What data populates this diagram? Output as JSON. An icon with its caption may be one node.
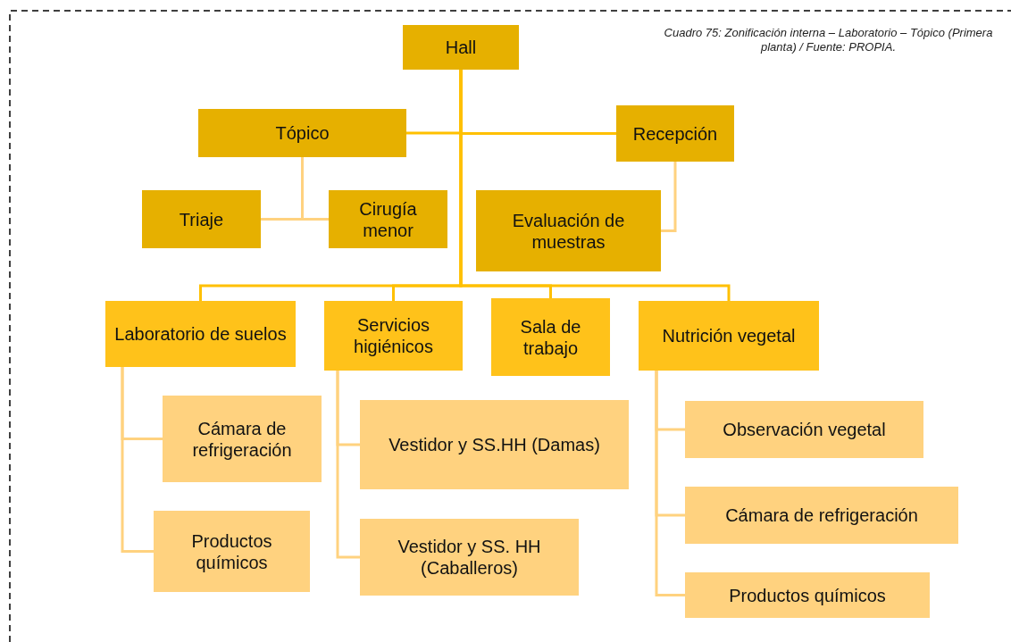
{
  "diagram": {
    "caption": "Cuadro 75: Zonificación interna – Laboratorio – Tópico (Primera planta) / Fuente: PROPIA.",
    "nodes": [
      {
        "text": [
          "Hall"
        ]
      },
      {
        "text": [
          "Tópico"
        ]
      },
      {
        "text": [
          "Recepción"
        ]
      },
      {
        "text": [
          "Triaje"
        ]
      },
      {
        "text": [
          "Cirugía menor"
        ]
      },
      {
        "text": [
          "Evaluación de muestras"
        ]
      },
      {
        "text": [
          "Laboratorio de suelos"
        ]
      },
      {
        "text": [
          "Servicios higiénicos"
        ]
      },
      {
        "text": [
          "Sala de trabajo"
        ]
      },
      {
        "text": [
          "Nutrición vegetal"
        ]
      },
      {
        "text": [
          "Cámara de refrigeración"
        ]
      },
      {
        "text": [
          "Productos químicos"
        ]
      },
      {
        "text": [
          "Vestidor y SS.HH (Damas)"
        ]
      },
      {
        "text": [
          "Vestidor y SS. HH (Caballeros)"
        ]
      },
      {
        "text": [
          "Observación vegetal"
        ]
      },
      {
        "text": [
          "Cámara de refrigeración"
        ]
      },
      {
        "text": [
          "Productos químicos"
        ]
      }
    ],
    "edges": [
      {
        "from": 0,
        "to": 1,
        "arrow": "none",
        "color": "#ffc000"
      },
      {
        "from": 0,
        "to": 2,
        "arrow": "none",
        "color": "#ffc000"
      },
      {
        "from": 1,
        "to": 3,
        "arrow": "none"
      },
      {
        "from": 1,
        "to": 4,
        "arrow": "none"
      },
      {
        "from": 2,
        "to": 5,
        "arrow": "none"
      },
      {
        "from": 0,
        "to": 6,
        "arrow": "none",
        "color": "#ffc000"
      },
      {
        "from": 0,
        "to": 7,
        "arrow": "none",
        "color": "#ffc000"
      },
      {
        "from": 0,
        "to": 8,
        "arrow": "none",
        "color": "#ffc000"
      },
      {
        "from": 0,
        "to": 9,
        "arrow": "none",
        "color": "#ffc000"
      },
      {
        "from": 6,
        "to": 10,
        "arrow": "none"
      },
      {
        "from": 6,
        "to": 11,
        "arrow": "none"
      },
      {
        "from": 7,
        "to": 12,
        "arrow": "none"
      },
      {
        "from": 7,
        "to": 13,
        "arrow": "none"
      },
      {
        "from": 9,
        "to": 14,
        "arrow": "none"
      },
      {
        "from": 9,
        "to": 15,
        "arrow": "none"
      },
      {
        "from": 9,
        "to": 16,
        "arrow": "none"
      }
    ]
  }
}
